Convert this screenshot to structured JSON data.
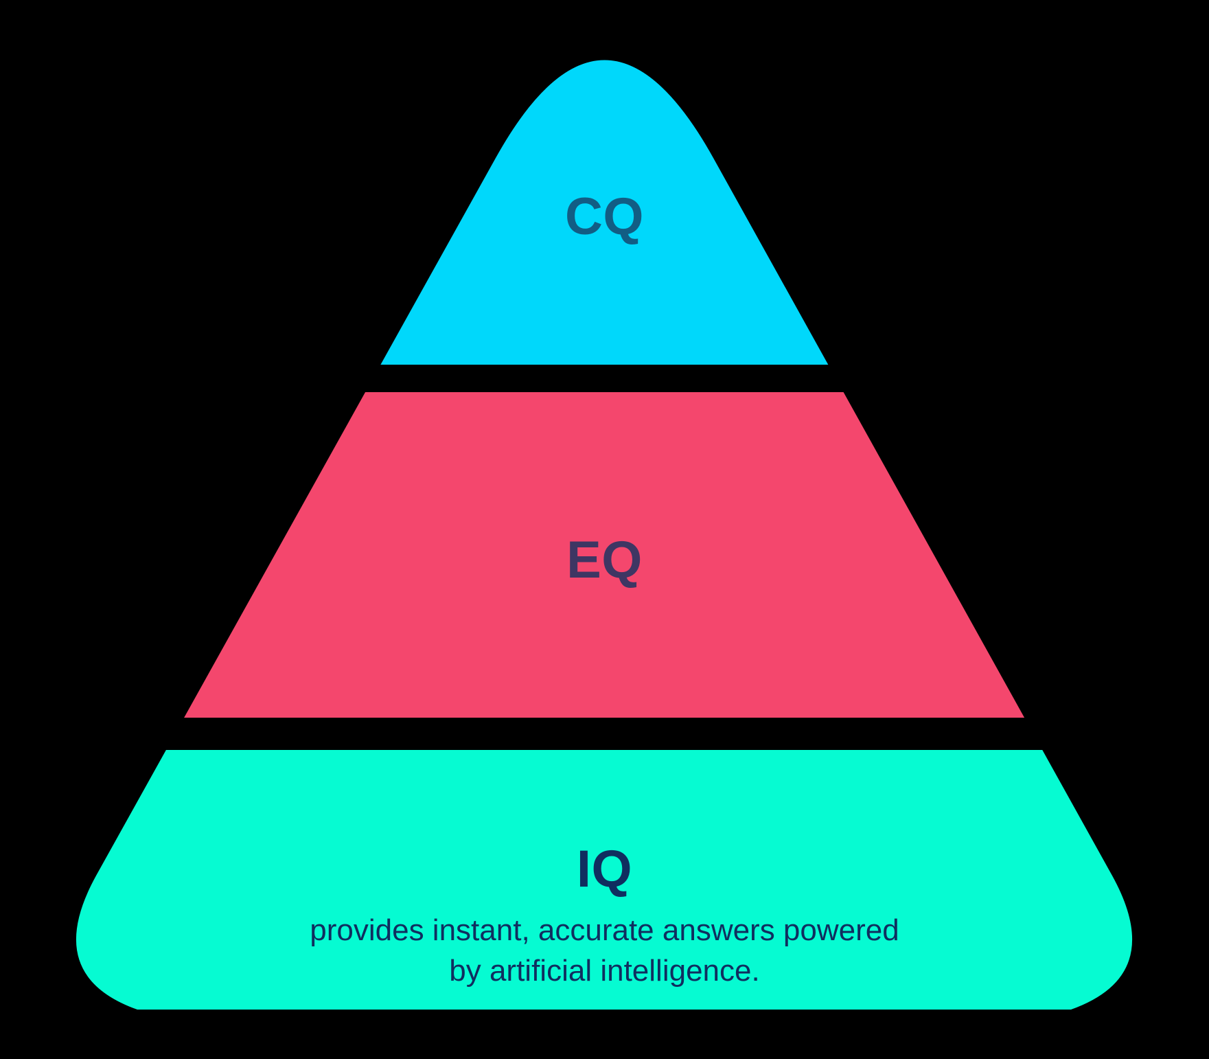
{
  "diagram": {
    "type": "pyramid",
    "title": "CQ EQ IQ pyramid",
    "background_color": "#000000",
    "levels": [
      {
        "id": "cq",
        "label": "CQ",
        "fill_color": "#00D8FB",
        "text_color": "#125D84",
        "position": "top",
        "description": ""
      },
      {
        "id": "eq",
        "label": "EQ",
        "fill_color": "#F4476D",
        "text_color": "#3E3663",
        "position": "middle",
        "description": ""
      },
      {
        "id": "iq",
        "label": "IQ",
        "fill_color": "#06FBD2",
        "text_color": "#102E5F",
        "position": "bottom",
        "description_line_1": "provides instant, accurate answers powered",
        "description_line_2": "by artificial intelligence."
      }
    ]
  }
}
